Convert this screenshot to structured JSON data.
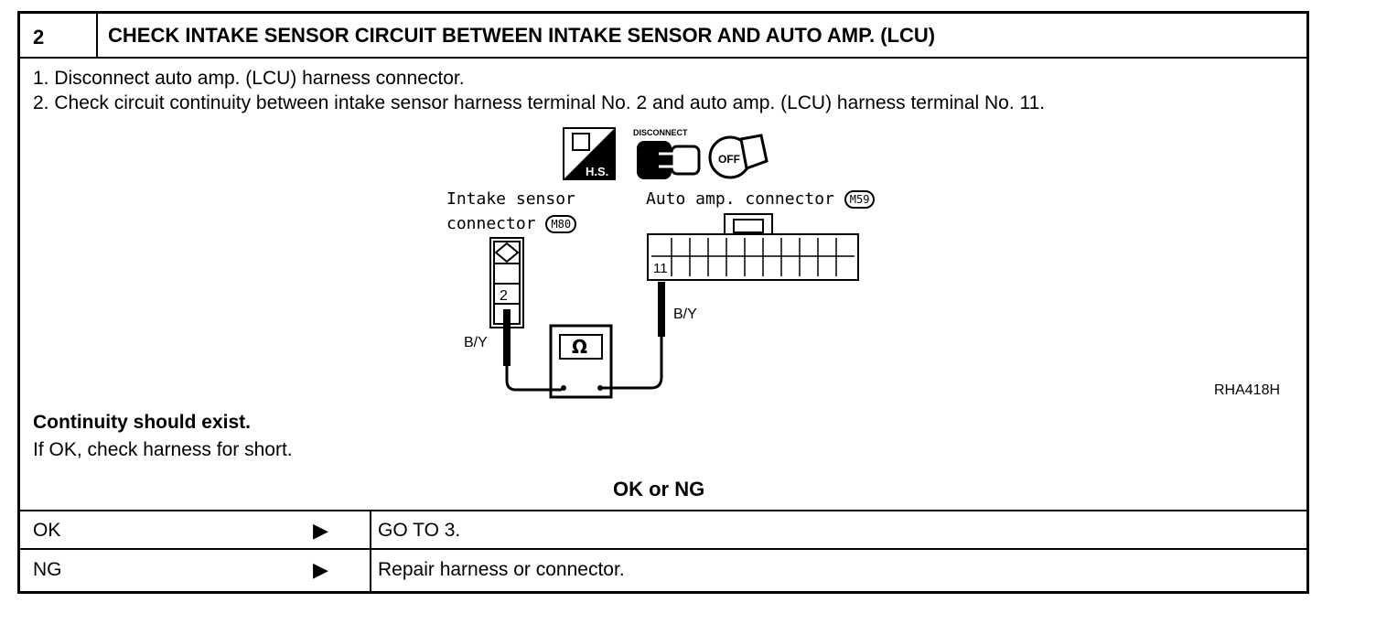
{
  "header": {
    "step_number": "2",
    "title": "CHECK INTAKE SENSOR CIRCUIT BETWEEN INTAKE SENSOR AND AUTO AMP. (LCU)"
  },
  "instructions": [
    "1.  Disconnect auto amp. (LCU) harness connector.",
    "2.  Check circuit continuity between intake sensor harness terminal No. 2 and auto amp. (LCU) harness terminal No. 11."
  ],
  "diagram": {
    "disconnect_label": "DISCONNECT",
    "hs_label": "H.S.",
    "off_label": "OFF",
    "intake_label_line1": "Intake  sensor",
    "intake_label_line2": "connector",
    "intake_connector_id": "M80",
    "auto_amp_label": "Auto  amp.  connector",
    "auto_amp_connector_id": "M59",
    "intake_terminal": "2",
    "auto_amp_terminal": "11",
    "wire_left": "B/Y",
    "wire_right": "B/Y",
    "meter_symbol": "Ω",
    "figure_code": "RHA418H"
  },
  "result": {
    "expected": "Continuity should exist.",
    "note": "If OK, check harness for short.",
    "question": "OK or NG"
  },
  "outcomes": [
    {
      "condition": "OK",
      "arrow": "▶",
      "action": "GO TO 3."
    },
    {
      "condition": "NG",
      "arrow": "▶",
      "action": "Repair harness or connector."
    }
  ]
}
